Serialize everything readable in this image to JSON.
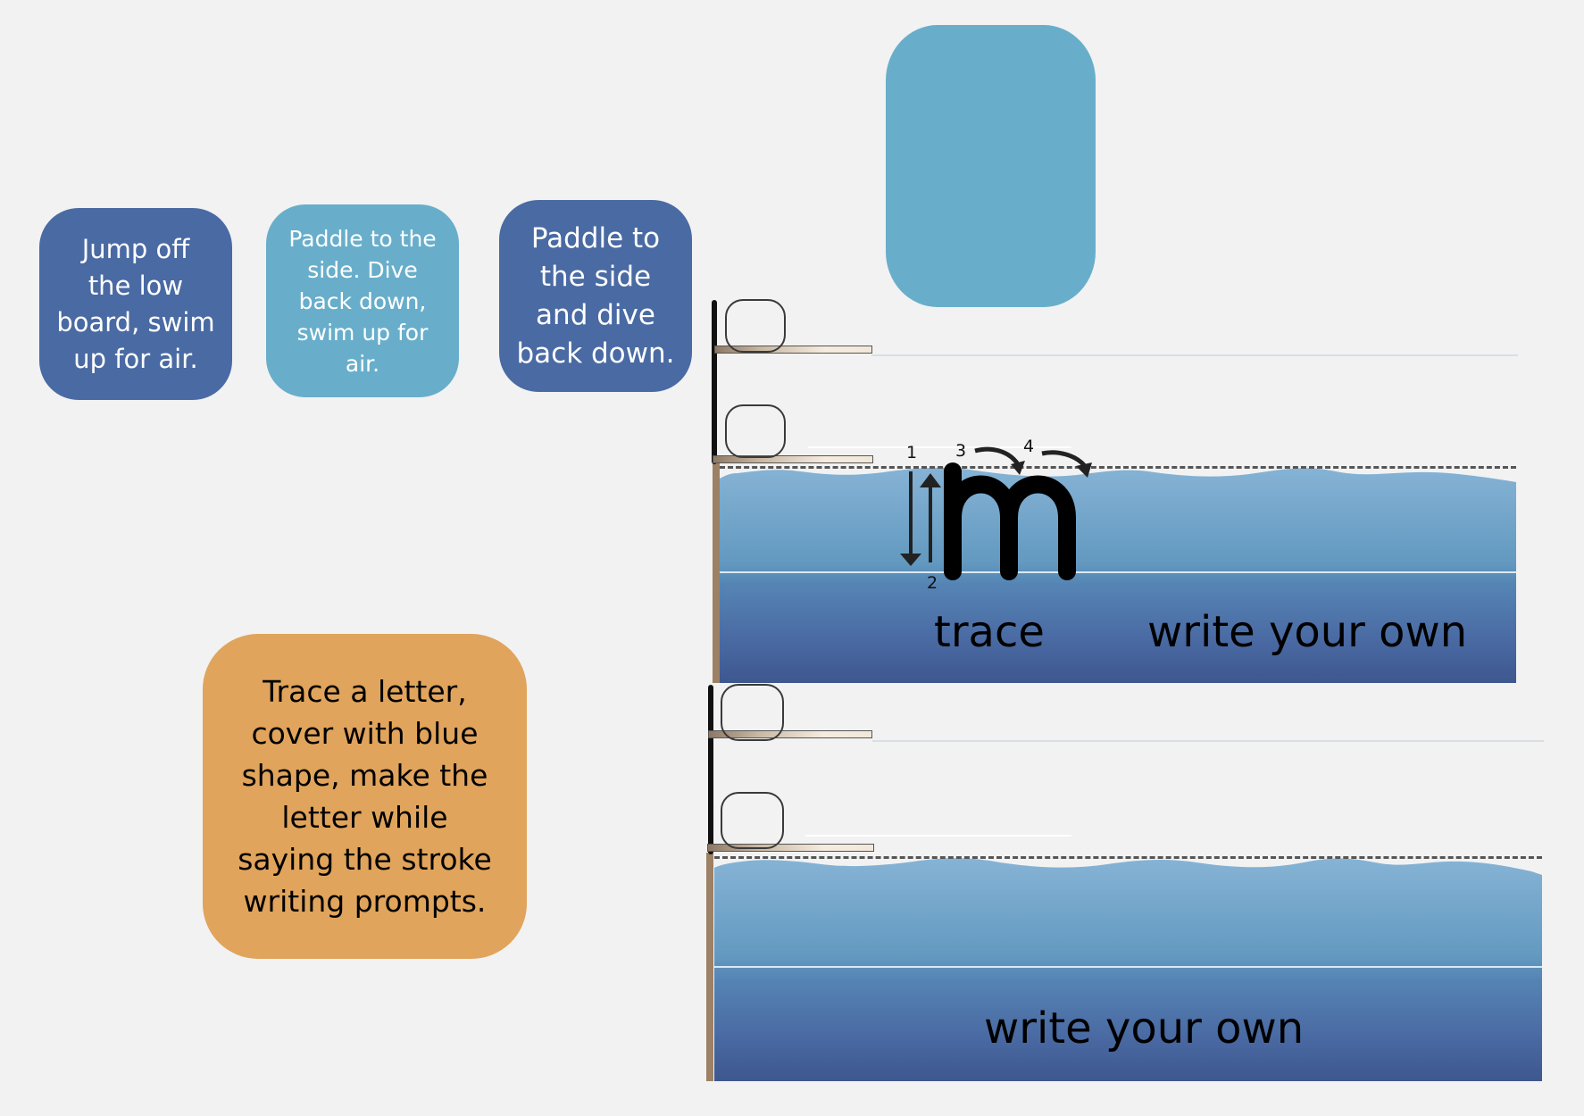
{
  "instruction_cards": [
    {
      "text": "Jump off\nthe low\nboard, swim\nup for air.",
      "color": "#4a6aa3"
    },
    {
      "text": "Paddle to the\nside. Dive\nback  down,\nswim up for\nair.",
      "color": "#68aecb"
    },
    {
      "text": "Paddle to\nthe side\nand dive\nback down.",
      "color": "#4a6aa3"
    }
  ],
  "cover_shape": {
    "color": "#68aecb"
  },
  "activity_card": {
    "text": "Trace a letter,\ncover with blue\nshape, make the\nletter while\nsaying the stroke\nwriting prompts.",
    "color": "#e0a45c"
  },
  "practice_panel_1": {
    "letter": "m",
    "stroke_numbers": [
      "1",
      "2",
      "3",
      "4"
    ],
    "trace_label": "trace",
    "write_label": "write your own"
  },
  "practice_panel_2": {
    "write_label": "write your own"
  },
  "colors": {
    "background": "#f2f2f2",
    "dark_blue": "#4a6aa3",
    "light_blue": "#68aecb",
    "orange": "#e0a45c",
    "water_top": "#87b4d6",
    "water_bottom": "#3e578f"
  }
}
